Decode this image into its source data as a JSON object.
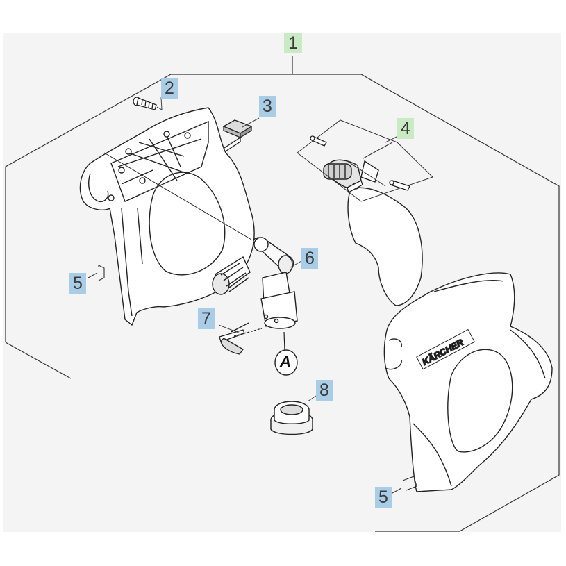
{
  "callouts": {
    "c1": "1",
    "c2": "2",
    "c3": "3",
    "c4": "4",
    "c5a": "5",
    "c5b": "5",
    "c6": "6",
    "c7": "7",
    "c8": "8"
  },
  "marker_a": "A",
  "brand_logo": "KÄRCHER",
  "colors": {
    "green_label": "#c9ebc4",
    "blue_label": "#a9cde6",
    "line": "#222222",
    "background_panel": "#f4f4f4"
  }
}
